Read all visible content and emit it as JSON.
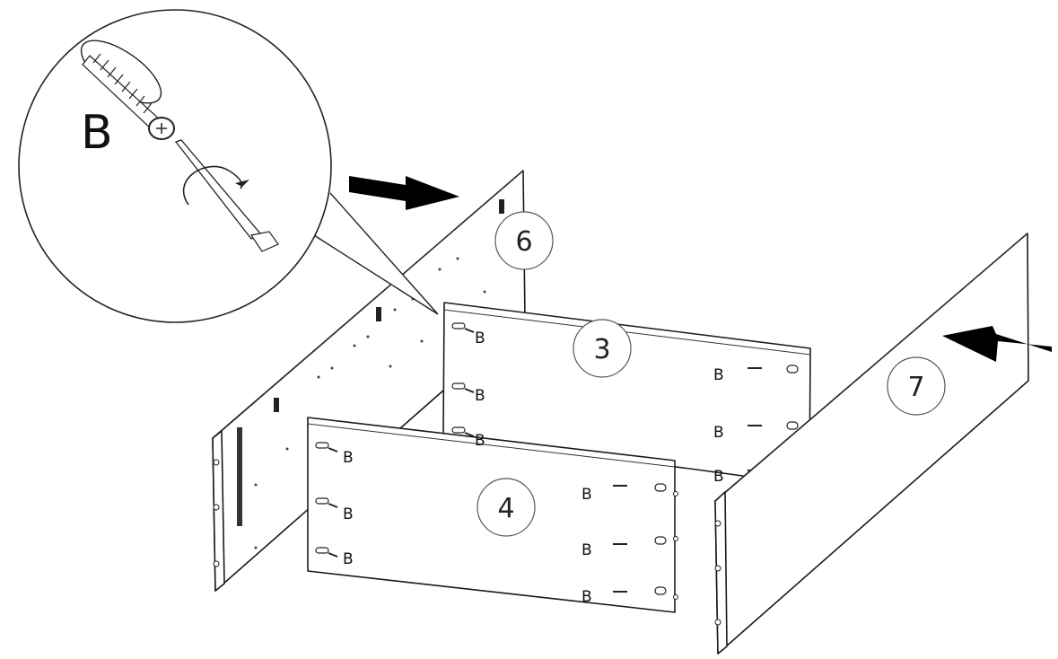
{
  "detail": {
    "screw_label": "B"
  },
  "parts": [
    {
      "id": "6",
      "label": "6"
    },
    {
      "id": "3",
      "label": "3"
    },
    {
      "id": "7",
      "label": "7"
    },
    {
      "id": "4",
      "label": "4"
    }
  ],
  "screw_callout": "B"
}
